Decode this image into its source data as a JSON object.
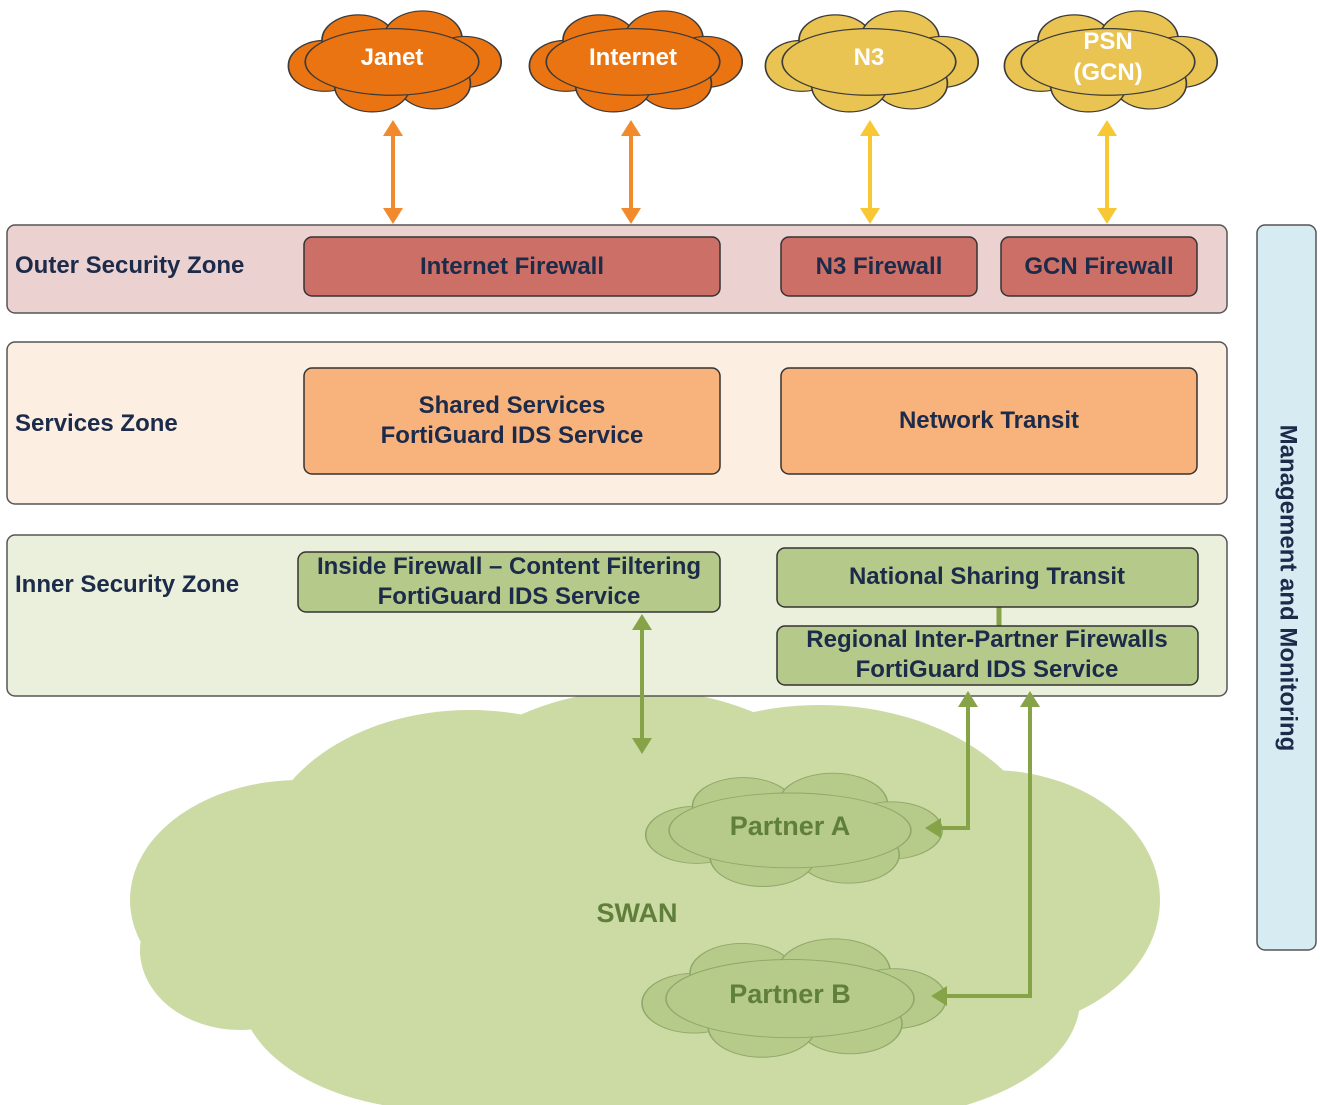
{
  "colors": {
    "cloud_orange": "#ea7412",
    "cloud_yellow": "#e9c452",
    "arrow_orange": "#f08a2c",
    "arrow_yellow": "#f7c834",
    "arrow_green": "#86a447",
    "outer_zone_bg": "#ecd1d1",
    "outer_box": "#cc6f66",
    "services_zone_bg": "#fdeee2",
    "services_box": "#f8b27c",
    "inner_zone_bg": "#ebf0dc",
    "inner_box": "#b5c98a",
    "swan_cloud": "#ccdaa4",
    "partner_cloud": "#b6ca8a",
    "management_bg": "#d6ebf2",
    "text_dark": "#1c2b4a",
    "text_green": "#5f7f3a"
  },
  "external_networks": [
    {
      "id": "janet",
      "label": [
        "Janet"
      ],
      "style": "orange"
    },
    {
      "id": "internet",
      "label": [
        "Internet"
      ],
      "style": "orange"
    },
    {
      "id": "n3",
      "label": [
        "N3"
      ],
      "style": "yellow"
    },
    {
      "id": "psn",
      "label": [
        "PSN",
        "(GCN)"
      ],
      "style": "yellow"
    }
  ],
  "zones": {
    "outer": {
      "label": "Outer Security Zone",
      "boxes": [
        {
          "id": "internet-firewall",
          "lines": [
            "Internet Firewall"
          ]
        },
        {
          "id": "n3-firewall",
          "lines": [
            "N3 Firewall"
          ]
        },
        {
          "id": "gcn-firewall",
          "lines": [
            "GCN Firewall"
          ]
        }
      ]
    },
    "services": {
      "label": "Services Zone",
      "boxes": [
        {
          "id": "shared-services",
          "lines": [
            "Shared Services",
            "FortiGuard IDS Service"
          ]
        },
        {
          "id": "network-transit",
          "lines": [
            "Network Transit"
          ]
        }
      ]
    },
    "inner": {
      "label": "Inner Security Zone",
      "boxes": [
        {
          "id": "inside-firewall",
          "lines": [
            "Inside Firewall – Content Filtering",
            "FortiGuard IDS Service"
          ]
        },
        {
          "id": "national-sharing-transit",
          "lines": [
            "National Sharing Transit"
          ]
        },
        {
          "id": "regional-firewalls",
          "lines": [
            "Regional Inter-Partner Firewalls",
            "FortiGuard IDS Service"
          ]
        }
      ]
    }
  },
  "management": {
    "label": "Management and Monitoring"
  },
  "swan": {
    "label": "SWAN"
  },
  "partners": [
    {
      "id": "partner-a",
      "label": "Partner A"
    },
    {
      "id": "partner-b",
      "label": "Partner B"
    }
  ]
}
